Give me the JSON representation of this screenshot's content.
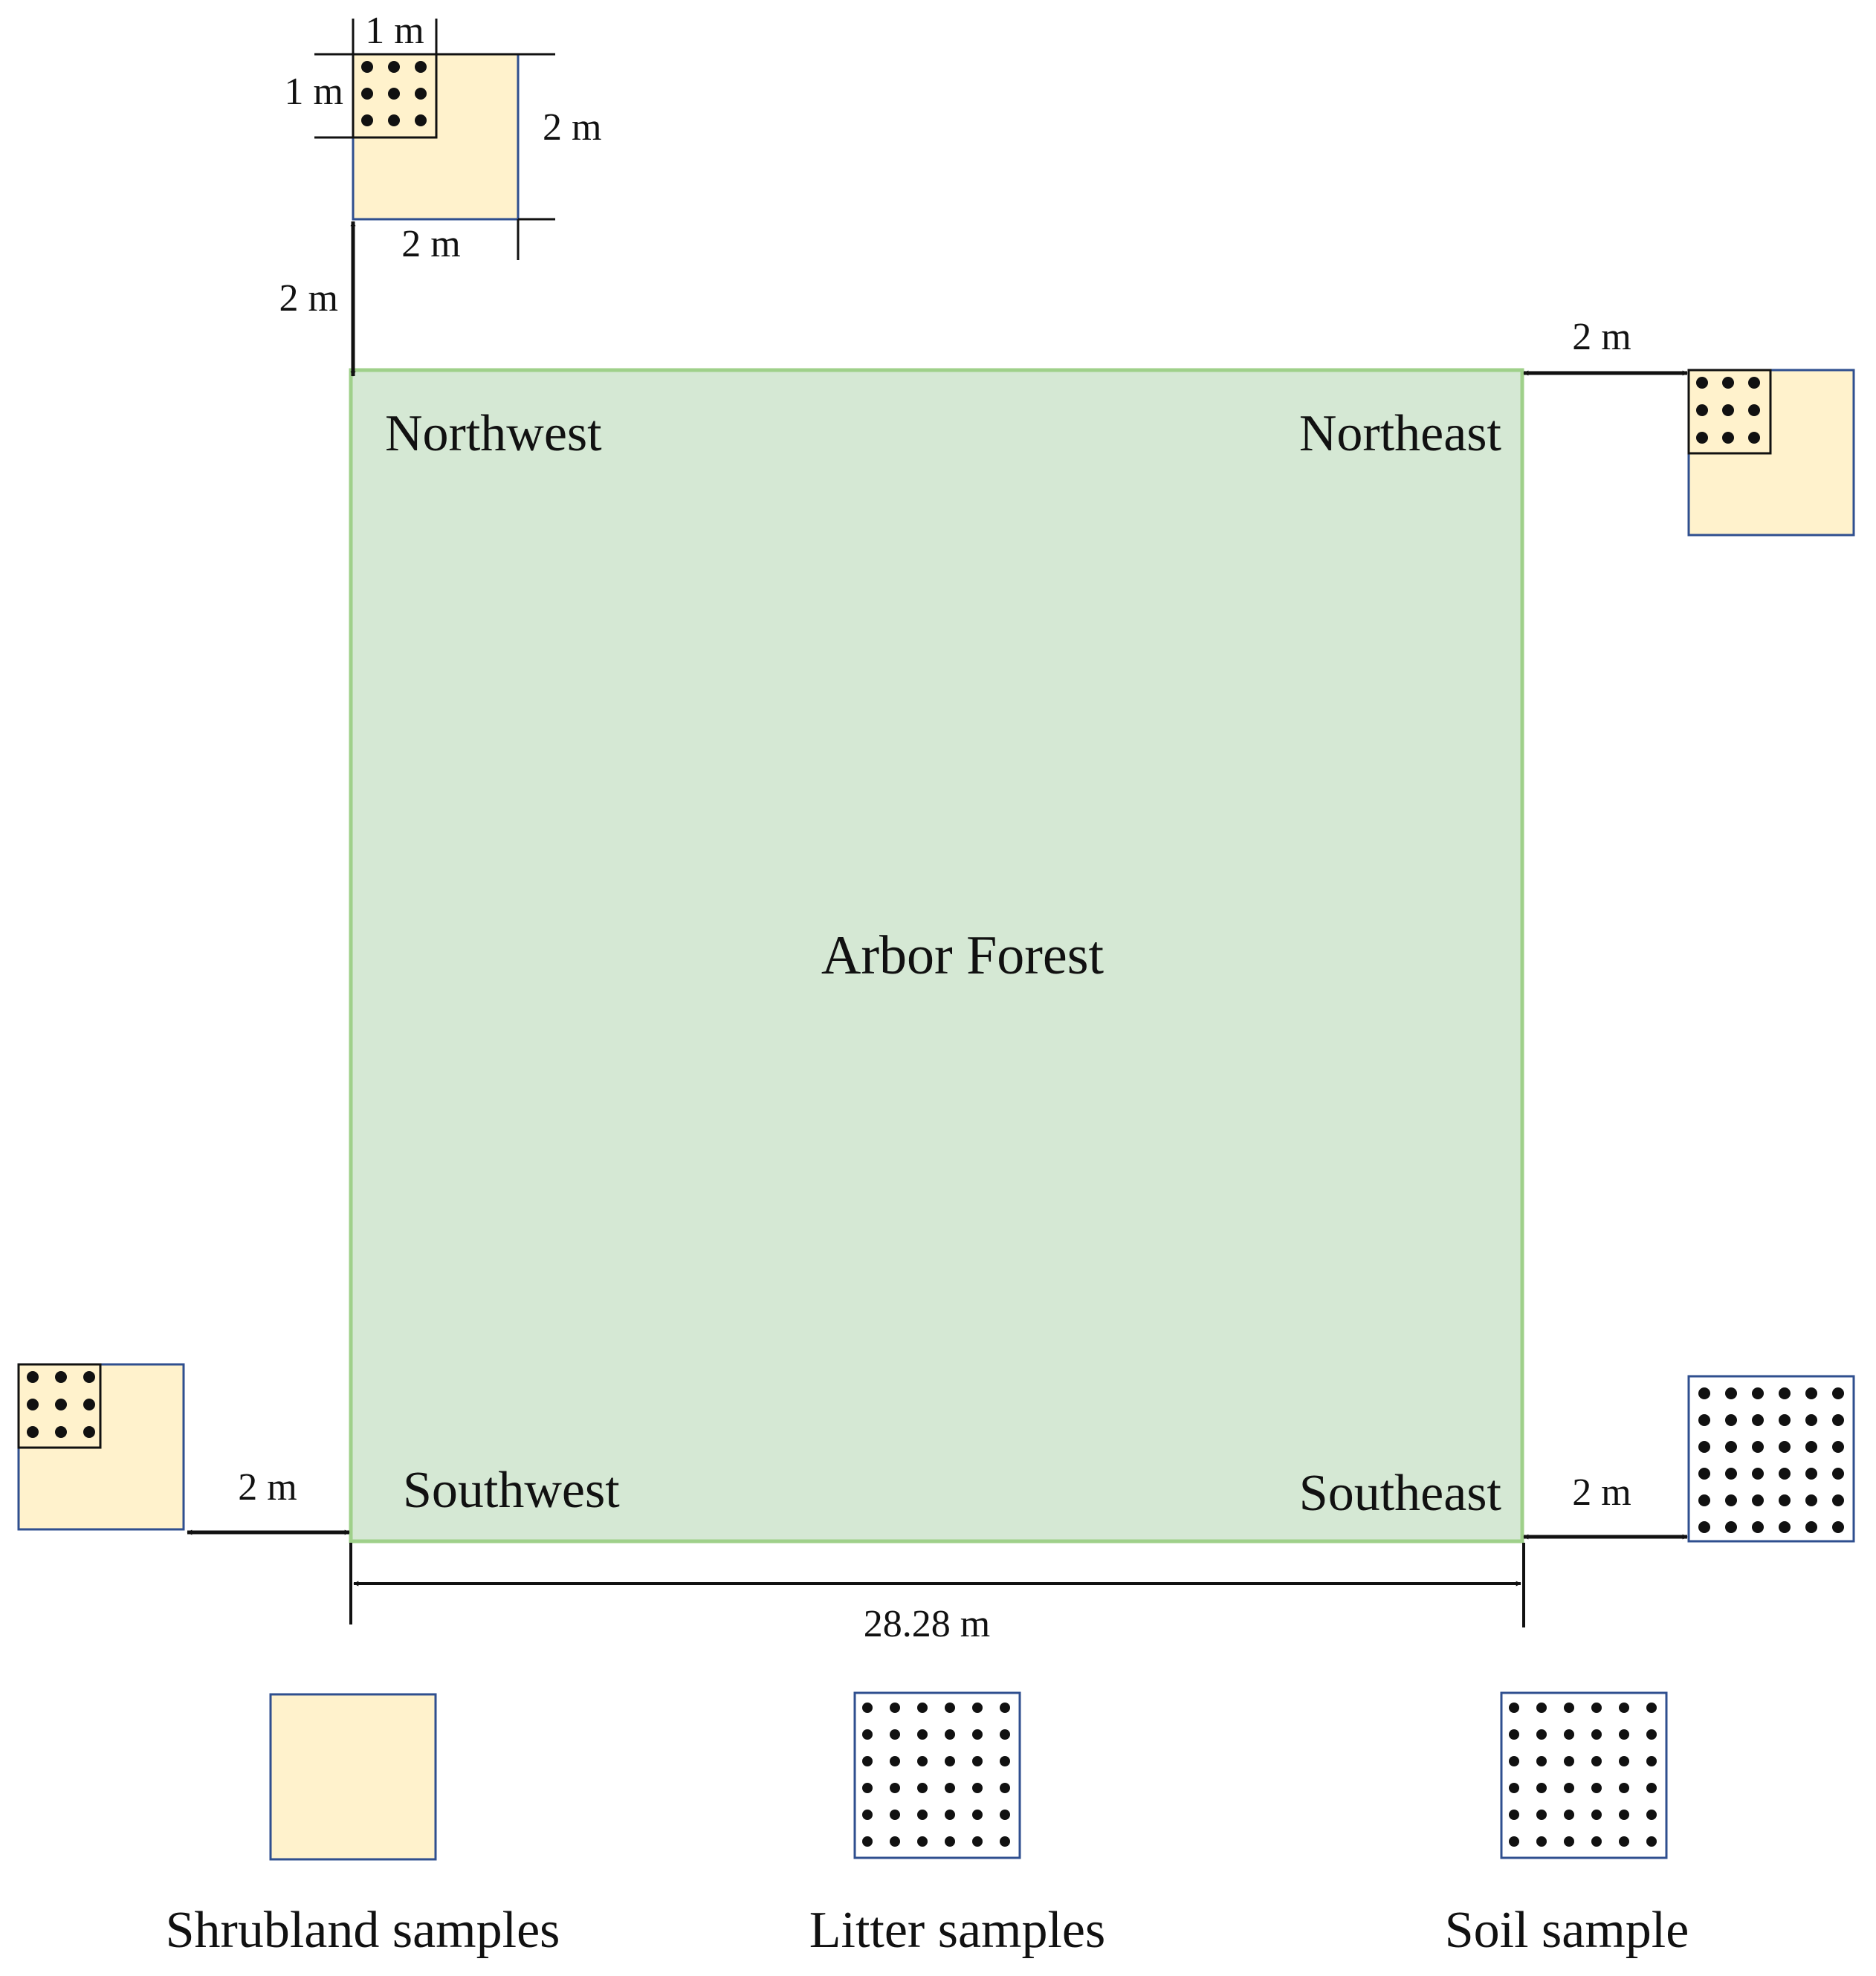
{
  "diagram": {
    "main_plot": {
      "label": "Arbor Forest",
      "side_label": "28.28 m"
    },
    "corners": {
      "northwest": "Northwest",
      "northeast": "Northeast",
      "southwest": "Southwest",
      "southeast": "Southeast"
    },
    "detail": {
      "small_square_width": "1 m",
      "small_square_height": "1 m",
      "quadrat_width": "2 m",
      "quadrat_height": "2 m"
    },
    "offsets": {
      "northwest": "2 m",
      "northeast": "2 m",
      "southwest": "2 m",
      "southeast": "2 m"
    },
    "legend": {
      "shrubland": "Shrubland samples",
      "litter": "Litter samples",
      "soil": "Soil sample"
    }
  },
  "colors": {
    "plot_fill": "#d5e8d4",
    "plot_border": "#9fd08a",
    "shrub_fill": "#fff2cc",
    "quadrat_border": "#2f4f8f",
    "ink": "#111111"
  }
}
